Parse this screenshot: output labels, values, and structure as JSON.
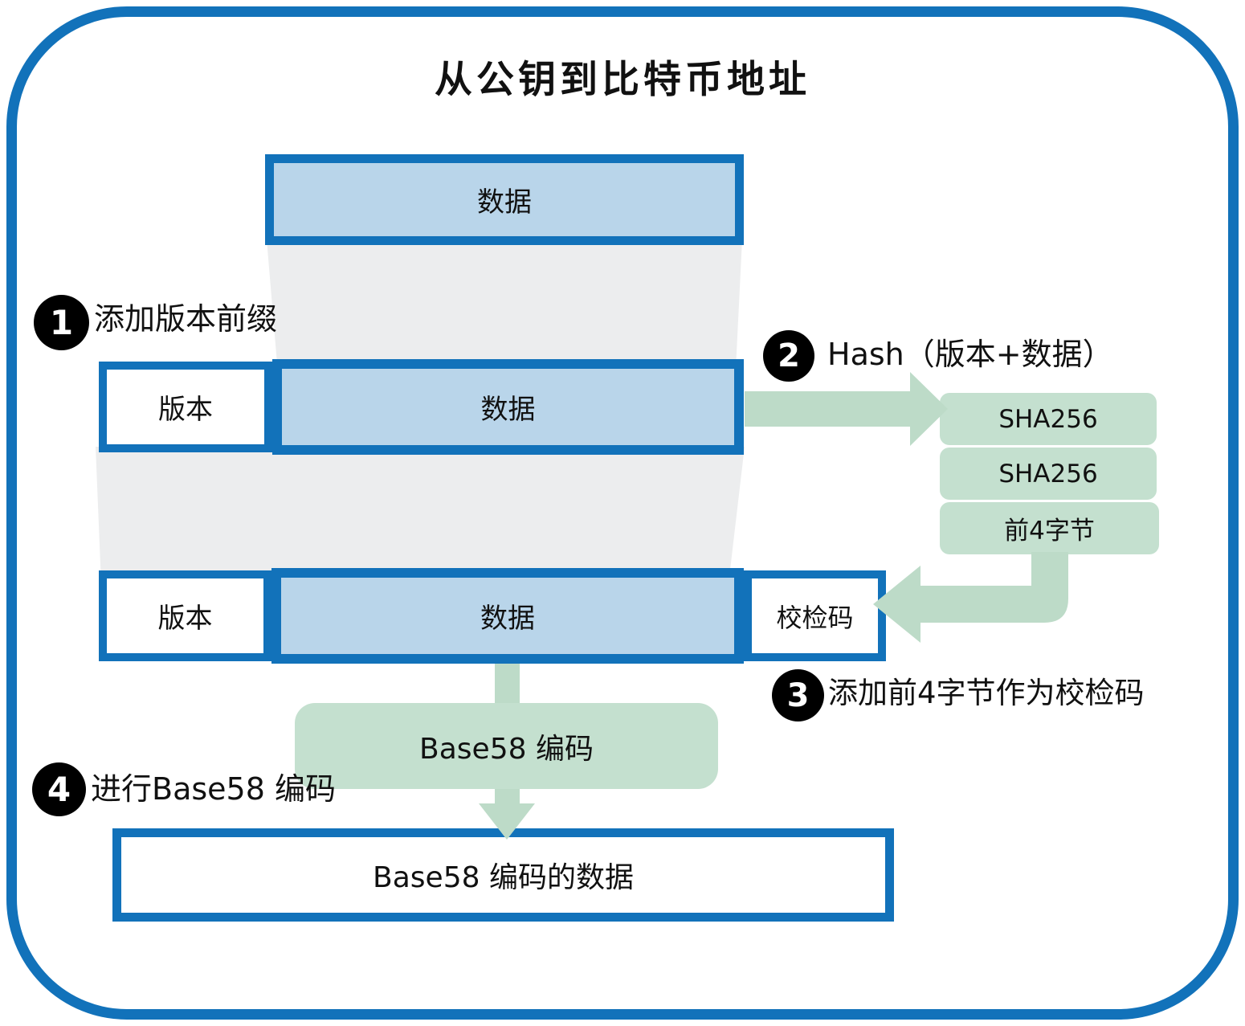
{
  "title": "从公钥到比特币地址",
  "boxes": {
    "top_data": "数据",
    "row2_version": "版本",
    "row2_data": "数据",
    "row3_version": "版本",
    "row3_data": "数据",
    "row3_checksum": "校检码",
    "sha256_1": "SHA256",
    "sha256_2": "SHA256",
    "first4bytes": "前4字节",
    "base58": "Base58 编码",
    "result": "Base58 编码的数据"
  },
  "steps": [
    {
      "num": "1",
      "label": "添加版本前缀"
    },
    {
      "num": "2",
      "label": "Hash（版本+数据）"
    },
    {
      "num": "3",
      "label": "添加前4字节作为校检码"
    },
    {
      "num": "4",
      "label": "进行Base58 编码"
    }
  ],
  "colors": {
    "border_blue": "#1272BA",
    "fill_light_blue": "#B9D5EA",
    "fill_green_box": "#C4E0CF",
    "fill_green_arrow": "#BDDBC8",
    "funnel_gray": "#ECEDEE",
    "badge_black": "#000000"
  }
}
